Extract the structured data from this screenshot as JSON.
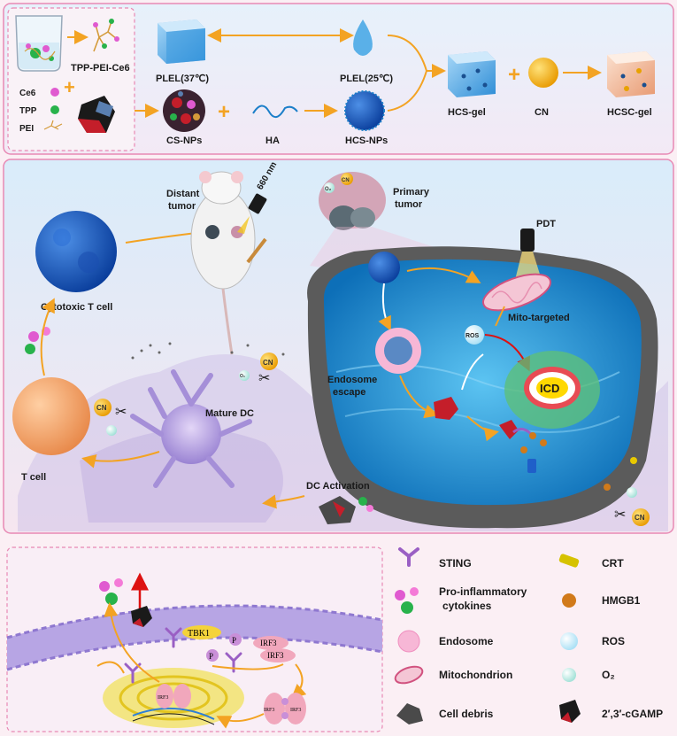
{
  "top_panel": {
    "tpp_pei_ce6": "TPP-PEI-Ce6",
    "ce6": "Ce6",
    "tpp": "TPP",
    "pei": "PEI",
    "plel37": "PLEL(37℃)",
    "plel25": "PLEL(25℃)",
    "cs_nps": "CS-NPs",
    "ha": "HA",
    "hcs_nps": "HCS-NPs",
    "hcs_gel": "HCS-gel",
    "cn": "CN",
    "hcsc_gel": "HCSC-gel"
  },
  "middle_panel": {
    "distant_tumor": [
      "Distant",
      "tumor"
    ],
    "wavelength": "660 nm",
    "primary_tumor": [
      "Primary",
      "tumor"
    ],
    "pdt": "PDT",
    "mito_targeted": "Mito-targeted",
    "ros_short": "ROS",
    "icd": "ICD",
    "endosome_escape": [
      "Endosome",
      "escape"
    ],
    "cytotoxic_t_cell": "Cytotoxic T cell",
    "mature_dc": "Mature DC",
    "t_cell": "T cell",
    "dc_activation": "DC Activation",
    "o2_badge": "O₂",
    "cn_badge": "CN"
  },
  "pathway": {
    "tbk1": "TBK1",
    "p": "P",
    "irf3": "IRF3"
  },
  "legend": [
    {
      "label": "STING",
      "icon": "sting-icon"
    },
    {
      "label": "CRT",
      "icon": "crt-icon"
    },
    {
      "label": "Pro-inflammatory cytokines",
      "lines": [
        "Pro-inflammatory",
        "cytokines"
      ],
      "icon": "cytokines-icon"
    },
    {
      "label": "HMGB1",
      "icon": "hmgb1-icon"
    },
    {
      "label": "Endosome",
      "icon": "endosome-icon"
    },
    {
      "label": "ROS",
      "icon": "ros-icon"
    },
    {
      "label": "Mitochondrion",
      "icon": "mitochondrion-icon"
    },
    {
      "label": "O₂",
      "icon": "o2-icon"
    },
    {
      "label": "Cell debris",
      "icon": "cell-debris-icon"
    },
    {
      "label": "2′,3′-cGAMP",
      "icon": "cgamp-icon"
    }
  ],
  "colors": {
    "panel_border": "#e889b4",
    "arrow": "#f3a323",
    "cn_gold": "#f0b400",
    "tumor_water": "#1f8fd6",
    "tumor_rock": "#5b5b5b",
    "sting_purple": "#9a5fc4",
    "membrane": "#9d86d6"
  }
}
